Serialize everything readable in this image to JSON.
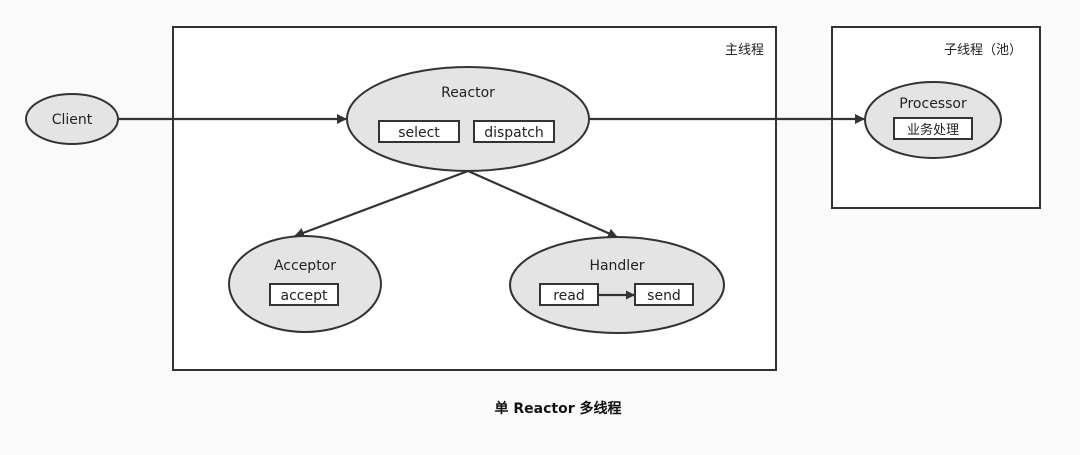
{
  "diagram": {
    "caption": "单 Reactor 多线程",
    "main_thread": {
      "label": "主线程"
    },
    "sub_thread": {
      "label": "子线程（池）"
    },
    "client": {
      "label": "Client"
    },
    "reactor": {
      "label": "Reactor",
      "select": "select",
      "dispatch": "dispatch"
    },
    "acceptor": {
      "label": "Acceptor",
      "accept": "accept"
    },
    "handler": {
      "label": "Handler",
      "read": "read",
      "send": "send"
    },
    "processor": {
      "label": "Processor",
      "business": "业务处理"
    }
  }
}
